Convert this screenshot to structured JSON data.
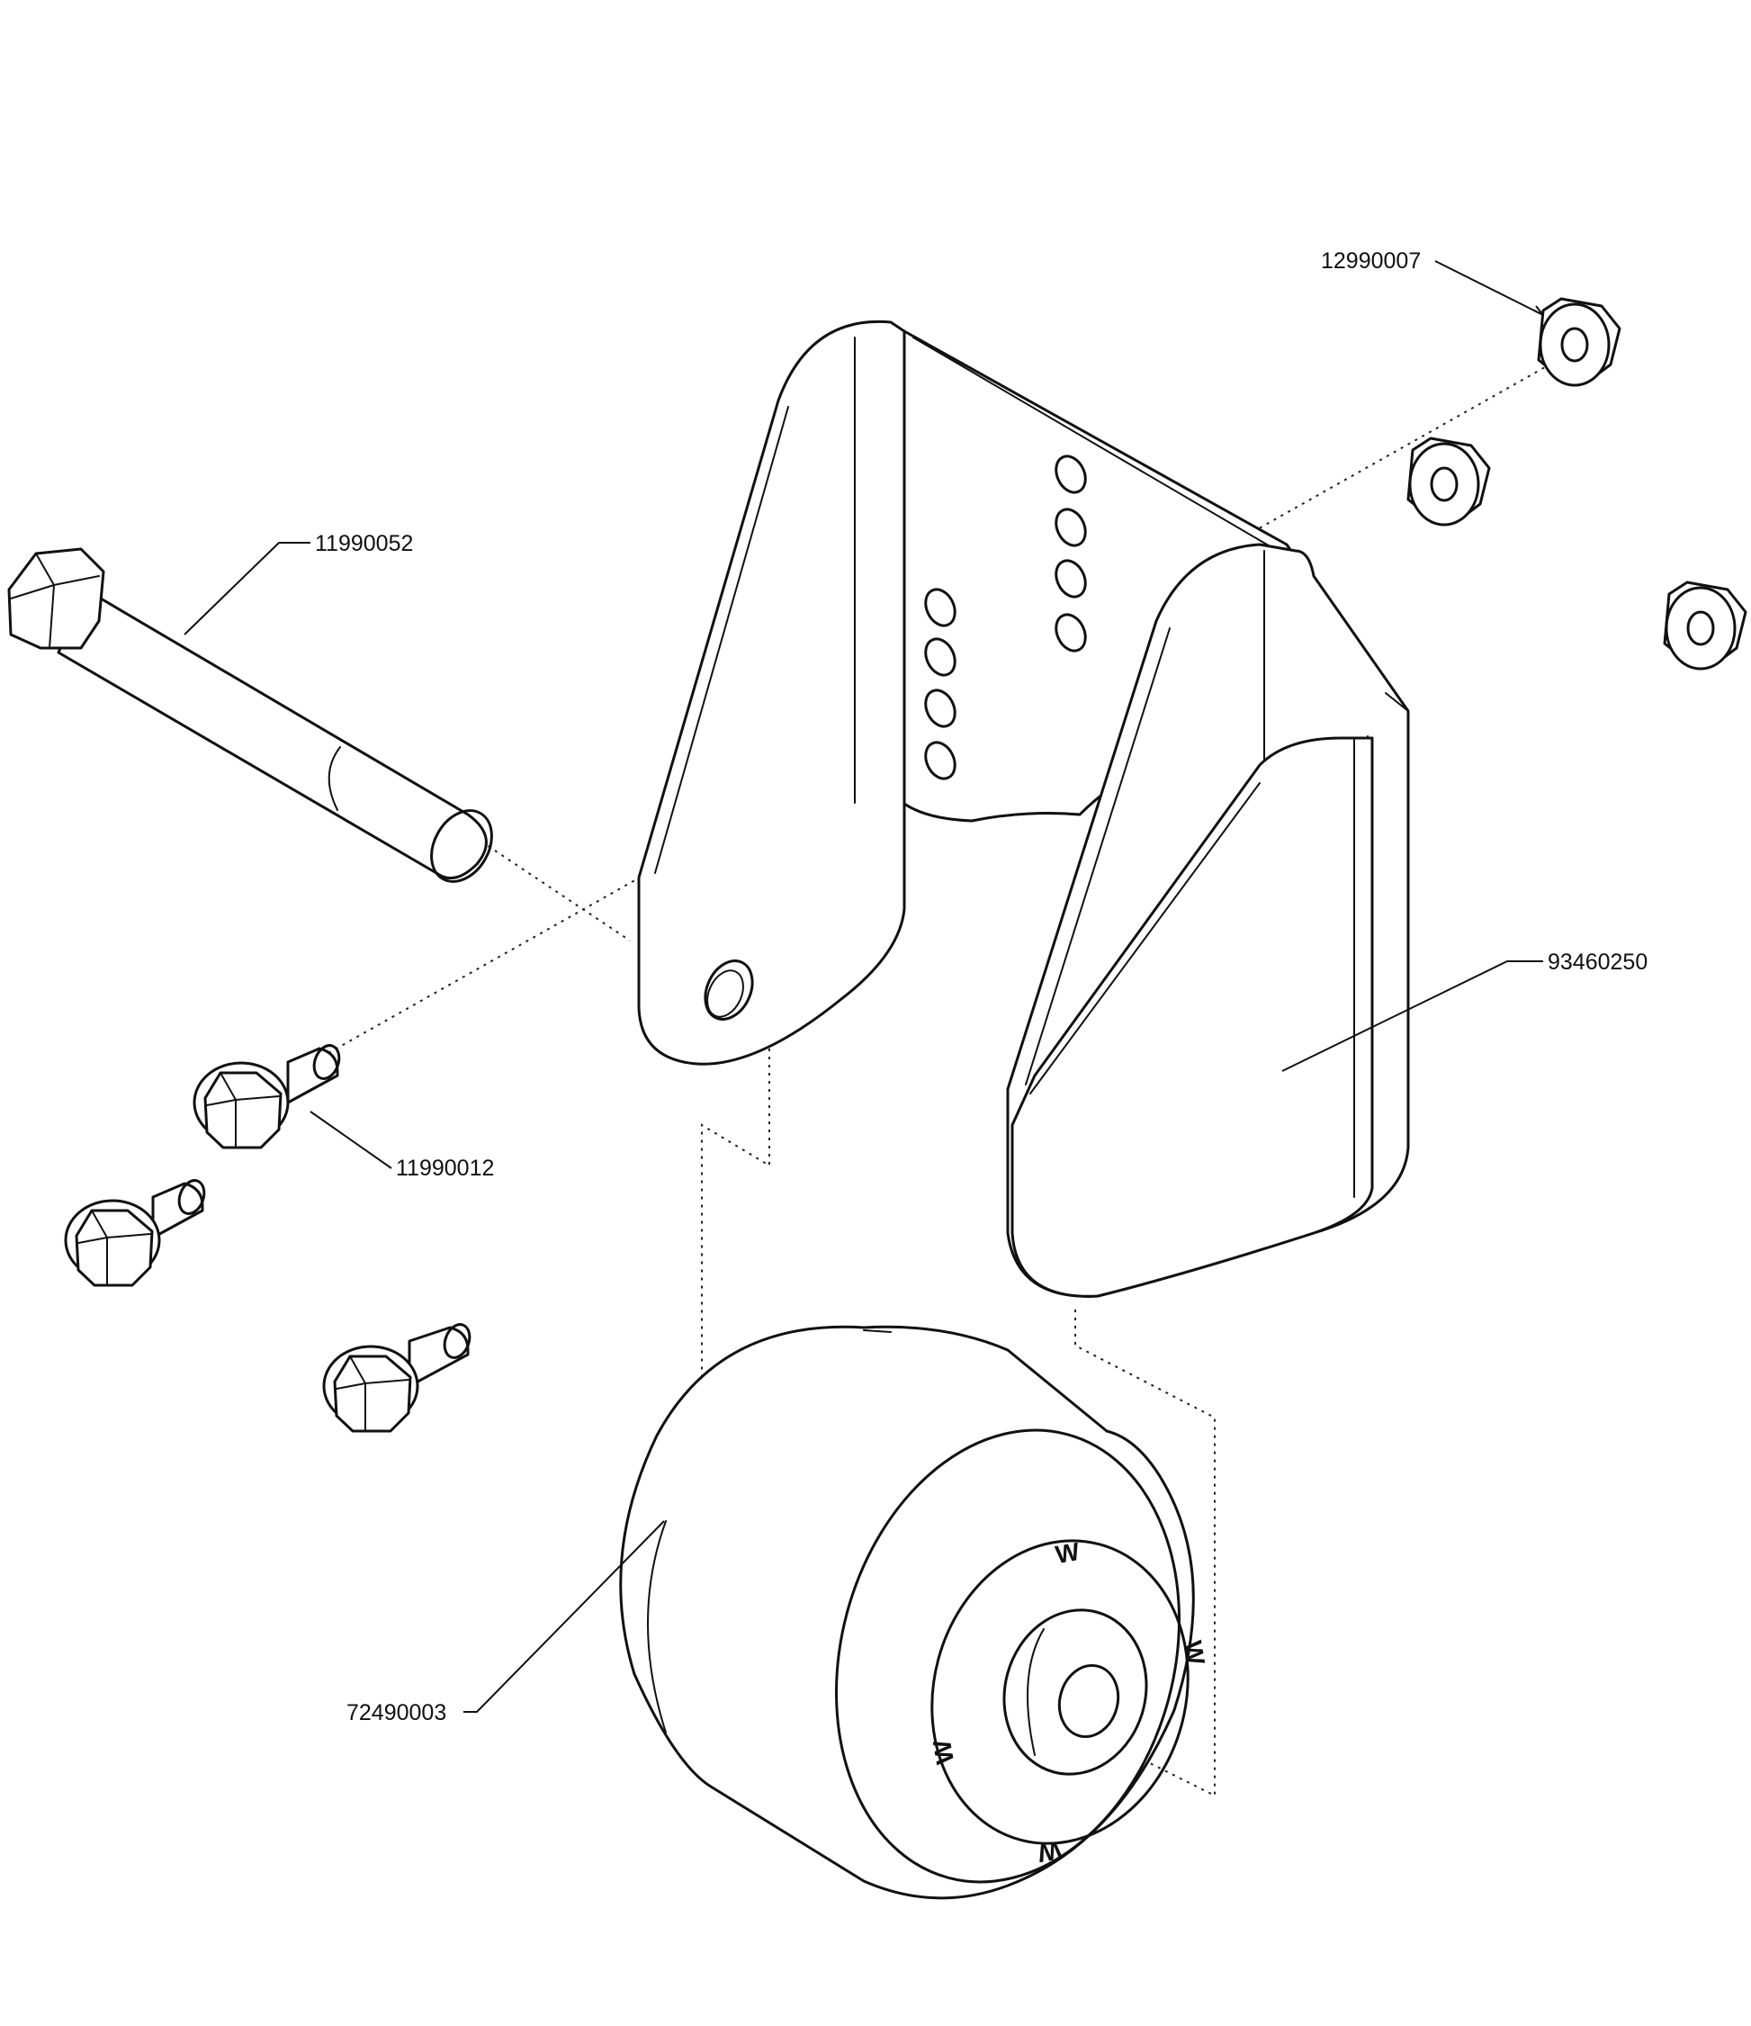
{
  "callouts": {
    "flange_nut": "12990007",
    "long_bolt": "11990052",
    "bracket": "93460250",
    "flange_bolt": "11990012",
    "roller": "72490003"
  },
  "roller_markings": [
    "W",
    "W",
    "W",
    "W"
  ]
}
